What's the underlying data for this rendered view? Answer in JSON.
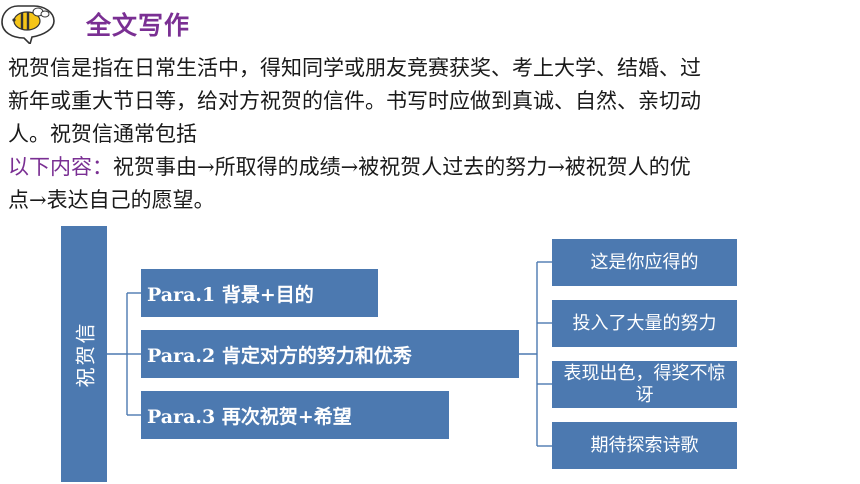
{
  "header": {
    "title": "全文写作",
    "icon": "bee-icon"
  },
  "intro": {
    "line1": "祝贺信是指在日常生活中，得知同学或朋友竞赛获奖、考上大学、结婚、过",
    "line2": "新年或重大节日等，给对方祝贺的信件。书写时应做到真诚、自然、亲切动",
    "line3": "人。祝贺信通常包括",
    "line4_accent": "以下内容：",
    "line4_rest": "祝贺事由→所取得的成绩→被祝贺人过去的努力→被祝贺人的优",
    "line5": "点→表达自己的愿望。"
  },
  "diagram": {
    "root": "祝贺信",
    "paragraphs": [
      {
        "label": "Para.1 背景+目的"
      },
      {
        "label": "Para.2 肯定对方的努力和优秀"
      },
      {
        "label": "Para.3 再次祝贺+希望"
      }
    ],
    "details": [
      {
        "label": "这是你应得的"
      },
      {
        "label": "投入了大量的努力"
      },
      {
        "label": "表现出色，得奖不惊讶"
      },
      {
        "label": "期待探索诗歌"
      }
    ]
  },
  "colors": {
    "accent": "#7a2f93",
    "box": "#4c79b0",
    "icon_yellow": "#f5c518"
  }
}
